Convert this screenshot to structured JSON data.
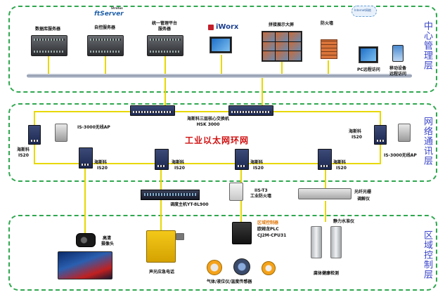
{
  "zones": {
    "center": "中心管理层",
    "network": "网络通讯层",
    "field": "区域控制层"
  },
  "title": "工业以太网环网",
  "center": {
    "brand_logo": "ftServer",
    "brand_logo_small": "Stratus",
    "db_server": "数据库服务器",
    "plc_server": "自控服务器",
    "mgmt_server_line1": "统一管理平台",
    "mgmt_server_line2": "服务器",
    "iworx": "iWorx",
    "video_wall": "拼接展示大屏",
    "firewall": "防火墙",
    "internet": "Internet网络",
    "pc_remote": "PC远程访问",
    "mobile_remote_line1": "移动设备",
    "mobile_remote_line2": "远程访问"
  },
  "network": {
    "core_switch_line1": "海斯科三层核心交换机",
    "core_switch_line2": "HSK 3000",
    "sw_left_top_line1": "海斯科",
    "sw_left_top_line2": "IS20",
    "ap_left": "IS-3000无线AP",
    "sw_left_bot_line1": "海斯科",
    "sw_left_bot_line2": "IS20",
    "sw_mid1_line1": "海斯科",
    "sw_mid1_line2": "IS20",
    "sw_mid2_line1": "海斯科",
    "sw_mid2_line2": "IS20",
    "sw_mid3_line1": "海斯科",
    "sw_mid3_line2": "IS20",
    "sw_right_top_line1": "海斯科",
    "sw_right_top_line2": "IS20",
    "ap_right": "IS-3000无线AP"
  },
  "field": {
    "tuning_host": "调度主机YT-8L900",
    "industrial_fw_line1": "IIS-T3",
    "industrial_fw_line2": "工业防火墙",
    "fiber_meter_line1": "光纤光栅",
    "fiber_meter_line2": "调解仪",
    "camera_line1": "高清",
    "camera_line2": "摄像头",
    "phone": "声光应急电话",
    "controller_title": "区域控制器",
    "controller_line1": "欧姆龙PLC",
    "controller_line2": "CJ2M-CPU31",
    "sensors": "气体/液位仪/温度传感器",
    "level_meter": "静力水准仪",
    "health": "腐体健康检测"
  },
  "colors": {
    "zone_border": "#2fa84f",
    "zone_label": "#3a44c8",
    "title": "#d01010",
    "ring_line": "#e8d800",
    "controller_title": "#e07a10"
  }
}
